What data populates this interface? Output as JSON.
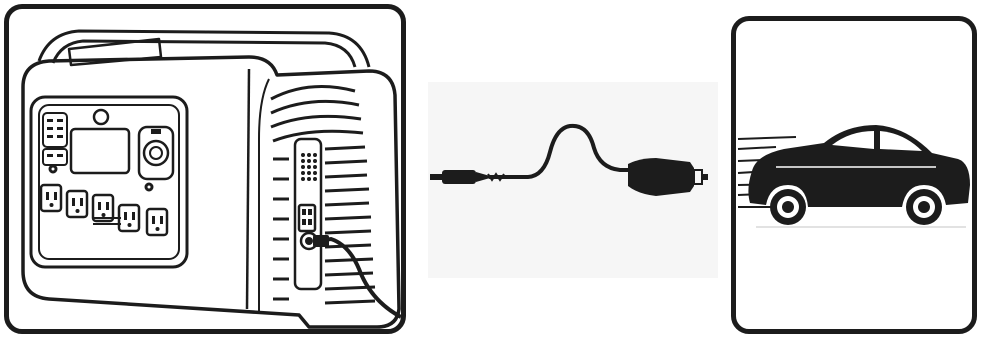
{
  "panels": {
    "left": {
      "subject": "portable-power-station",
      "icon": "power-station-icon"
    },
    "middle": {
      "subject": "car-charging-cable",
      "icon": "car-charger-cable-icon"
    },
    "right": {
      "subject": "car",
      "icon": "car-icon"
    }
  },
  "colors": {
    "line": "#1c1c1c",
    "background": "#ffffff",
    "cable_background": "#f6f6f6"
  }
}
